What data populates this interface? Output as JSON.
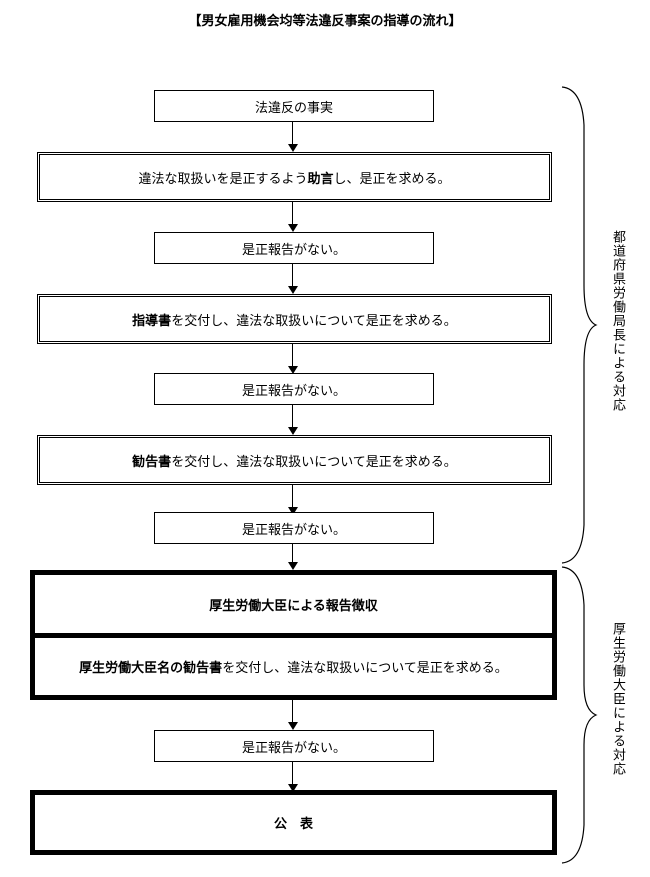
{
  "title": "【男女雇用機会均等法違反事案の指導の流れ】",
  "steps": {
    "s1": "法違反の事実",
    "s2": {
      "pre": "違法な取扱いを是正するよう",
      "bold": "助言",
      "post": "し、是正を求める。"
    },
    "s3": "是正報告がない。",
    "s4": {
      "bold": "指導書",
      "post": "を交付し、違法な取扱いについて是正を求める。"
    },
    "s5": "是正報告がない。",
    "s6": {
      "bold": "勧告書",
      "post": "を交付し、違法な取扱いについて是正を求める。"
    },
    "s7": "是正報告がない。",
    "s8": "厚生労働大臣による報告徴収",
    "s9": {
      "bold": "厚生労働大臣名の勧告書",
      "post": "を交付し、違法な取扱いについて是正を求める。"
    },
    "s10": "是正報告がない。",
    "s11": "公　表"
  },
  "side": {
    "prefecture": "都道府県労働局長による対応",
    "minister": "厚生労働大臣による対応"
  }
}
